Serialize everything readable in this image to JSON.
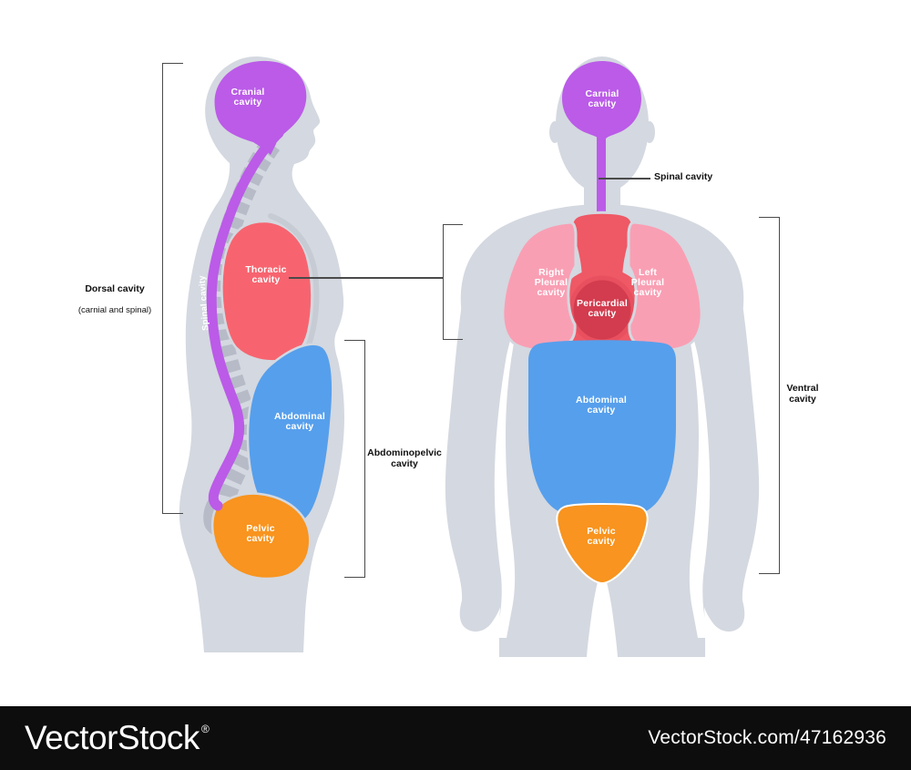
{
  "figure_left": {
    "labels": {
      "cranial": "Cranial\ncavity",
      "spinal_rotated": "Spinal cavity",
      "thoracic": "Thoracic\ncavity",
      "abdominal": "Abdominal\ncavity",
      "pelvic": "Pelvic\ncavity"
    },
    "annotations": {
      "dorsal_title": "Dorsal cavity",
      "dorsal_sub": "(carnial and spinal)",
      "abdominopelvic": "Abdominopelvic\ncavity"
    }
  },
  "figure_right": {
    "labels": {
      "carnial": "Carnial\ncavity",
      "spinal": "Spinal cavity",
      "right_pleural": "Right\nPleural\ncavity",
      "left_pleural": "Left\nPleural\ncavity",
      "pericardial": "Pericardial\ncavity",
      "abdominal": "Abdominal\ncavity",
      "pelvic": "Pelvic\ncavity"
    },
    "annotations": {
      "ventral": "Ventral\ncavity"
    }
  },
  "footer": {
    "brand": "VectorStock",
    "reg_mark": "®",
    "credit": "VectorStock.com/47162936"
  },
  "colors": {
    "silhouette": "#d4d8e0",
    "spine_gray": "#b6bbc7",
    "rib_gray": "#c6cbd4",
    "purple": "#bb5be8",
    "thoracic_red": "#f7646f",
    "mediastinum_red": "#ef5865",
    "pericardial_red": "#d23c4e",
    "pleural_pink": "#f99fb4",
    "abdominal_blue": "#569fec",
    "pelvic_orange": "#f8941f",
    "white": "#ffffff",
    "line_dark": "#4a4a4a",
    "footer_bg": "#0d0d0d"
  }
}
